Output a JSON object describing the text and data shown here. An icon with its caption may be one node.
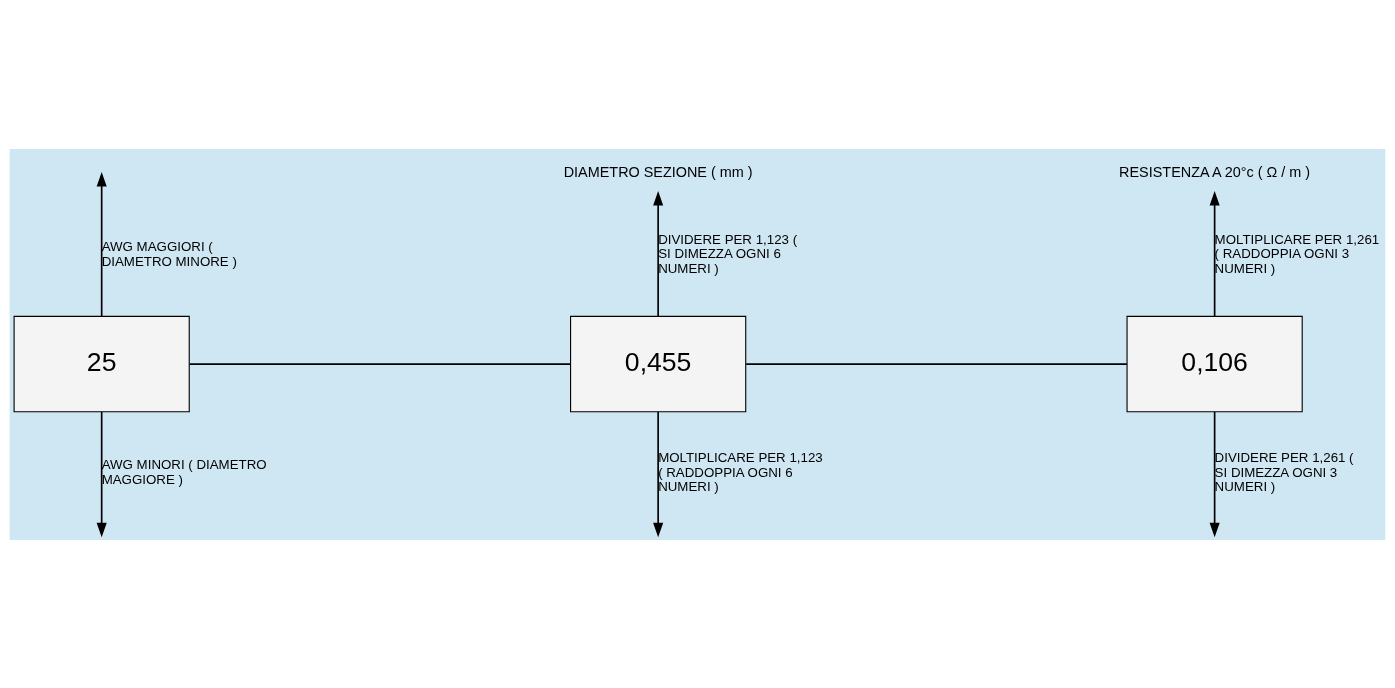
{
  "diagram": {
    "nodes": [
      {
        "text": [
          "DIAMETRO SEZIONE ( mm )"
        ]
      },
      {
        "text": [
          "RESISTENZA A 20°c ( Ω / m )"
        ]
      },
      {
        "text": [
          "25"
        ]
      },
      {
        "text": [
          "0,455"
        ]
      },
      {
        "text": [
          "0,106"
        ]
      }
    ],
    "edges": [
      {
        "from": 3,
        "to": 0,
        "arrow": "to",
        "label": "DIVIDERE PER 1,123 ( SI DIMEZZA OGNI 6 NUMERI )"
      },
      {
        "from": 4,
        "to": 1,
        "arrow": "to",
        "label": "MOLTIPLICARE PER 1,261 ( RADDOPPIA OGNI 3 NUMERI )"
      },
      {
        "from": 2,
        "to": null,
        "arrow": "to",
        "label": "AWG MAGGIORI ( DIAMETRO MINORE )"
      },
      {
        "from": 2,
        "to": null,
        "arrow": "to",
        "label": "AWG MINORI ( DIAMETRO MAGGIORE )"
      },
      {
        "from": 3,
        "to": null,
        "arrow": "to",
        "label": "MOLTIPLICARE PER 1,123 ( RADDOPPIA OGNI 6 NUMERI )"
      },
      {
        "from": 4,
        "to": null,
        "arrow": "to",
        "label": "DIVIDERE PER 1,261 ( SI DIMEZZA OGNI 3 NUMERI )"
      },
      {
        "from": 2,
        "to": 3,
        "arrow": "none"
      },
      {
        "from": 3,
        "to": 4,
        "arrow": "none"
      }
    ]
  }
}
